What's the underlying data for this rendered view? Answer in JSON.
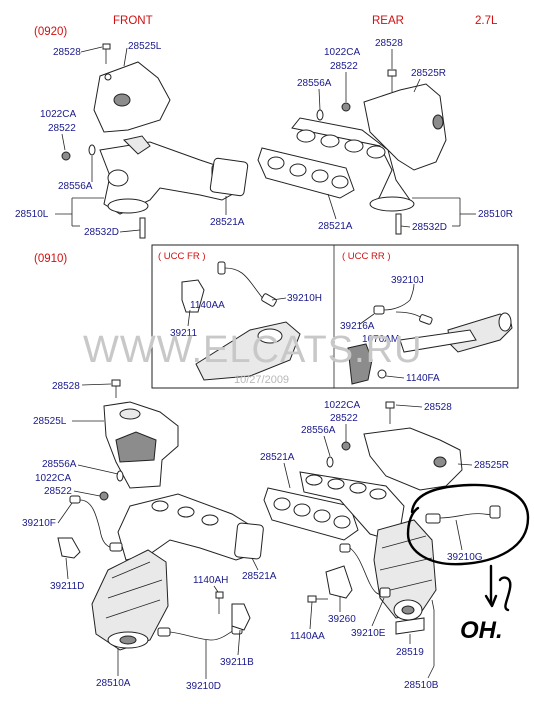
{
  "sections": {
    "top": {
      "code": "(0920)",
      "engine": "2.7L",
      "front": "FRONT",
      "rear": "REAR"
    },
    "bottom": {
      "code": "(0910)",
      "ucc_fr": "( UCC  FR )",
      "ucc_rr": "( UCC  RR )"
    }
  },
  "watermark": "WWW.ELCATS.RU",
  "date_stamp": "10/27/2009",
  "annotation": "OH.",
  "labels": {
    "t_28528_a": "28528",
    "t_28525L": "28525L",
    "t_1022CA_a": "1022CA",
    "t_28522_a": "28522",
    "t_28556A_a": "28556A",
    "t_28510L": "28510L",
    "t_28532D_a": "28532D",
    "t_28521A_a": "28521A",
    "t_1022CA_b": "1022CA",
    "t_28522_b": "28522",
    "t_28528_b": "28528",
    "t_28556A_b": "28556A",
    "t_28525R": "28525R",
    "t_28521A_b": "28521A",
    "t_28532D_b": "28532D",
    "t_28510R": "28510R",
    "u_1140AA": "1140AA",
    "u_39211": "39211",
    "u_39210H": "39210H",
    "u_39210J": "39210J",
    "u_39216A": "39216A",
    "u_1076AM": "1076AM",
    "u_1140FA": "1140FA",
    "b_28528_a": "28528",
    "b_28525L": "28525L",
    "b_28556A_a": "28556A",
    "b_1022CA_a": "1022CA",
    "b_28522_a": "28522",
    "b_39210F": "39210F",
    "b_39211D": "39211D",
    "b_1140AH": "1140AH",
    "b_28521A_a": "28521A",
    "b_39211B": "39211B",
    "b_28510A": "28510A",
    "b_39210D": "39210D",
    "b_1022CA_b": "1022CA",
    "b_28522_b": "28522",
    "b_28528_b": "28528",
    "b_28556A_b": "28556A",
    "b_28521A_b": "28521A",
    "b_28525R": "28525R",
    "b_39210G": "39210G",
    "b_39260": "39260",
    "b_1140AA": "1140AA",
    "b_39210E": "39210E",
    "b_28519": "28519",
    "b_28510B": "28510B"
  }
}
